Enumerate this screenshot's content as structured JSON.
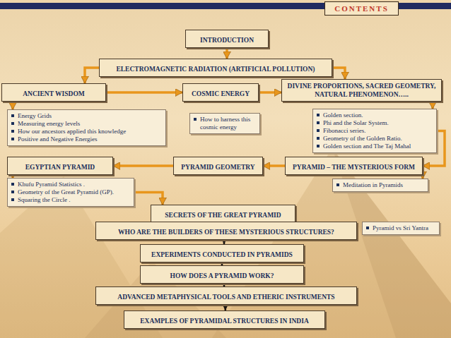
{
  "diagram": {
    "nodes": [
      {
        "text": [
          "CONTENTS"
        ]
      },
      {
        "text": [
          "INTRODUCTION"
        ]
      },
      {
        "text": [
          "ELECTROMAGNETIC RADIATION (ARTIFICIAL POLLUTION)"
        ]
      },
      {
        "text": [
          "ANCIENT WISDOM"
        ]
      },
      {
        "text": [
          "COSMIC ENERGY"
        ]
      },
      {
        "text": [
          "DIVINE PROPORTIONS, SACRED GEOMETRY, NATURAL PHENOMENON….."
        ]
      },
      {
        "text": [
          "Energy Grids",
          "Measuring energy levels",
          "How our ancestors applied this knowledge",
          "Positive and Negative Energies"
        ]
      },
      {
        "text": [
          "How to harness this cosmic energy"
        ]
      },
      {
        "text": [
          "Golden section.",
          "Phi and the Solar System.",
          "Fibonacci series.",
          "Geometry of the Golden Ratio.",
          "Golden section and The Taj Mahal"
        ]
      },
      {
        "text": [
          "EGYPTIAN PYRAMID"
        ]
      },
      {
        "text": [
          "PYRAMID GEOMETRY"
        ]
      },
      {
        "text": [
          "PYRAMID – THE MYSTERIOUS FORM"
        ]
      },
      {
        "text": [
          "Khufu Pyramid Statistics .",
          "Geometry of the Great Pyramid (GP).",
          "Squaring the Circle ."
        ]
      },
      {
        "text": [
          "Meditation in Pyramids"
        ]
      },
      {
        "text": [
          "SECRETS OF THE GREAT PYRAMID"
        ]
      },
      {
        "text": [
          "WHO ARE THE BUILDERS OF THESE MYSTERIOUS STRUCTURES?"
        ]
      },
      {
        "text": [
          "Pyramid vs Sri Yantra"
        ]
      },
      {
        "text": [
          "EXPERIMENTS CONDUCTED IN PYRAMIDS"
        ]
      },
      {
        "text": [
          "HOW DOES A PYRAMID WORK?"
        ]
      },
      {
        "text": [
          "ADVANCED METAPHYSICAL TOOLS AND ETHERIC INSTRUMENTS"
        ]
      },
      {
        "text": [
          "EXAMPLES OF PYRAMIDAL STRUCTURES IN INDIA"
        ]
      }
    ],
    "edges": [
      {
        "from": 1,
        "to": 2,
        "arrow": "to"
      },
      {
        "from": 2,
        "to": 3,
        "arrow": "to"
      },
      {
        "from": 2,
        "to": 5,
        "arrow": "to"
      },
      {
        "from": 3,
        "to": 4,
        "arrow": "to"
      },
      {
        "from": 4,
        "to": 5,
        "arrow": "to"
      },
      {
        "from": 3,
        "to": 6,
        "arrow": "to"
      },
      {
        "from": 5,
        "to": 8,
        "arrow": "to"
      },
      {
        "from": 8,
        "to": 11,
        "arrow": "to"
      },
      {
        "from": 11,
        "to": 10,
        "arrow": "to"
      },
      {
        "from": 10,
        "to": 9,
        "arrow": "to"
      },
      {
        "from": 9,
        "to": 12,
        "arrow": "to"
      },
      {
        "from": 11,
        "to": 13,
        "arrow": "to"
      },
      {
        "from": 12,
        "to": 14,
        "arrow": "to"
      },
      {
        "from": 14,
        "to": 15,
        "arrow": "to"
      },
      {
        "from": 15,
        "to": 17,
        "arrow": "to"
      },
      {
        "from": 17,
        "to": 18,
        "arrow": "to"
      },
      {
        "from": 18,
        "to": 19,
        "arrow": "to"
      },
      {
        "from": 19,
        "to": 20,
        "arrow": "to"
      }
    ]
  }
}
